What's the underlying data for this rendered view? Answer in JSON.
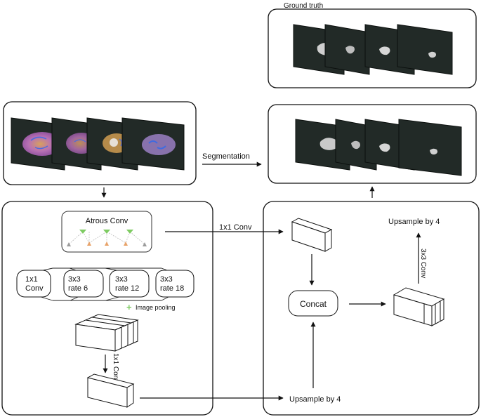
{
  "ground_truth": {
    "label": "Ground truth"
  },
  "segmentation": {
    "label": "Segmentation"
  },
  "encoder": {
    "atrous": {
      "label": "Atrous Conv",
      "tree_levels": [
        "top",
        "middle",
        "bottom"
      ]
    },
    "branches": [
      {
        "line1": "1x1",
        "line2": "Conv"
      },
      {
        "line1": "3x3",
        "line2": "rate 6"
      },
      {
        "line1": "3x3",
        "line2": "rate 12"
      },
      {
        "line1": "3x3",
        "line2": "rate 18"
      }
    ],
    "image_pooling": {
      "symbol": "+",
      "label": "Image pooling"
    },
    "conv_1x1_label": "1x1 Conv"
  },
  "links": {
    "top_label": "1x1 Conv",
    "bottom_label": "Upsample by 4"
  },
  "decoder": {
    "concat_label": "Concat",
    "upsample_label": "Upsample by 4",
    "conv_3x3_label": "3x3 Conv"
  },
  "colors": {
    "slice": "#222a27",
    "slice_border": "#0b0f0d",
    "green_node": "#7ecb62",
    "orange_node": "#e8a36a",
    "gray_node": "#9b9b9b",
    "mri_purple": "#b06fb0",
    "mri_orange": "#d49a55",
    "mri_blue": "#3f6be0"
  }
}
